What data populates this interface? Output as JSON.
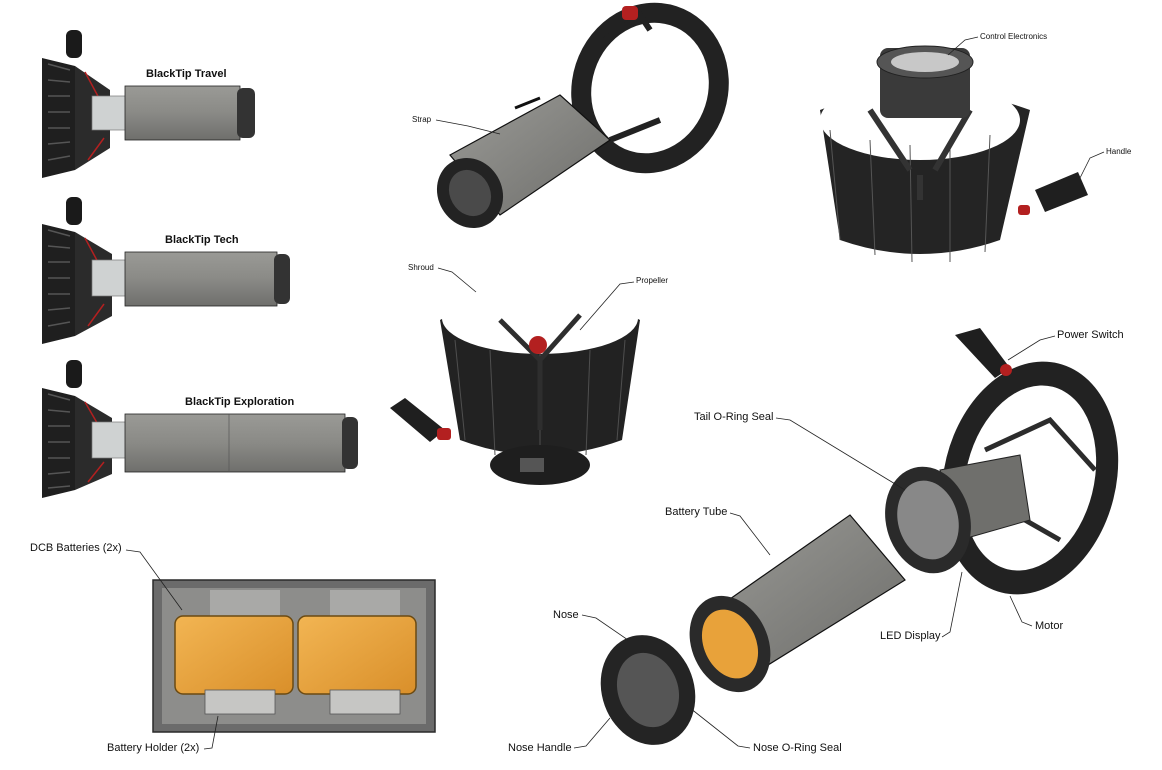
{
  "variants": [
    {
      "name": "BlackTip Travel"
    },
    {
      "name": "BlackTip Tech"
    },
    {
      "name": "BlackTip Exploration"
    }
  ],
  "callouts": {
    "strap": "Strap",
    "shroud": "Shroud",
    "propeller": "Propeller",
    "control_electronics": "Control Electronics",
    "handle": "Handle",
    "power_switch": "Power Switch",
    "tail_oring_seal": "Tail O-Ring Seal",
    "battery_tube": "Battery Tube",
    "nose": "Nose",
    "nose_handle": "Nose Handle",
    "nose_oring_seal": "Nose O-Ring Seal",
    "led_display": "LED Display",
    "motor": "Motor",
    "dcb_batteries": "DCB Batteries (2x)",
    "battery_holder": "Battery Holder (2x)"
  },
  "colors": {
    "shroud_black": "#1f1f1f",
    "tube_gray": "#8a8a86",
    "battery_orange": "#e8a23a",
    "accent_red": "#b32020"
  }
}
